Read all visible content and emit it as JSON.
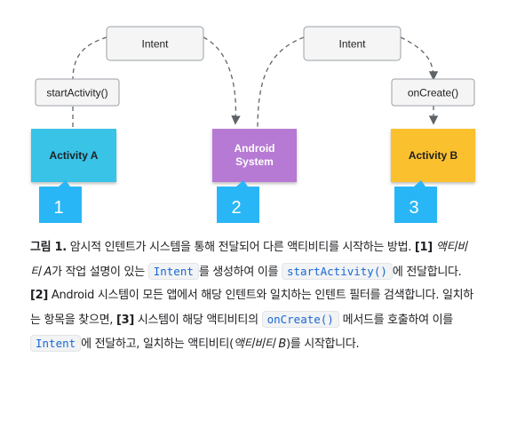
{
  "diagram": {
    "intent_box_1": "Intent",
    "intent_box_2": "Intent",
    "start_activity_label": "startActivity()",
    "on_create_label": "onCreate()",
    "activity_a": "Activity A",
    "android_system_line1": "Android",
    "android_system_line2": "System",
    "activity_b": "Activity B",
    "step_1": "1",
    "step_2": "2",
    "step_3": "3",
    "colors": {
      "activity_a": "#39c3e7",
      "android_system": "#b67ad4",
      "activity_b": "#fbc02d",
      "step_badge": "#29b6f6",
      "label_box_border": "#9aa0a6",
      "label_box_fill": "#f5f5f5"
    }
  },
  "caption": {
    "fig_label": "그림 1.",
    "t1": " 암시적 인텐트가 시스템을 통해 전달되어 다른 액티비티를 시작하는 방법. ",
    "ref1": "[1]",
    "t2": " ",
    "activity_a_italic": "액티비티 A",
    "t3": "가 작업 설명이 있는 ",
    "code_intent_1": "Intent",
    "t4": "를 생성하여 이를 ",
    "code_start_activity": "startActivity()",
    "t5": "에 전달합니다. ",
    "ref2": "[2]",
    "t6": " Android 시스템이 모든 앱에서 해당 인텐트와 일치하는 인텐트 필터를 검색합니다. 일치하는 항목을 찾으면, ",
    "ref3": "[3]",
    "t7": " 시스템이 해당 액티비티의 ",
    "code_on_create": "onCreate()",
    "t8": " 메서드를 호출하여 이를 ",
    "code_intent_2": "Intent",
    "t9": "에 전달하고, 일치하는 액티비티(",
    "activity_b_italic": "액티비티 B",
    "t10": ")를 시작합니다."
  }
}
